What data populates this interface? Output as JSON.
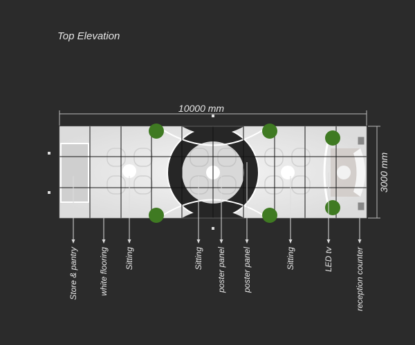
{
  "title": "Top Elevation",
  "dimensions": {
    "width": "10000 mm",
    "depth": "3000 mm"
  },
  "labels": [
    "Store & pantry",
    "white flooring",
    "Sitting",
    "Sitting",
    "poster panel",
    "poster panel",
    "Sitting",
    "LED tv",
    "reception counter"
  ],
  "colors": {
    "background": "#2b2b2b",
    "floor": "#ececec",
    "dark": "#262626",
    "plant": "#3f7a22"
  }
}
